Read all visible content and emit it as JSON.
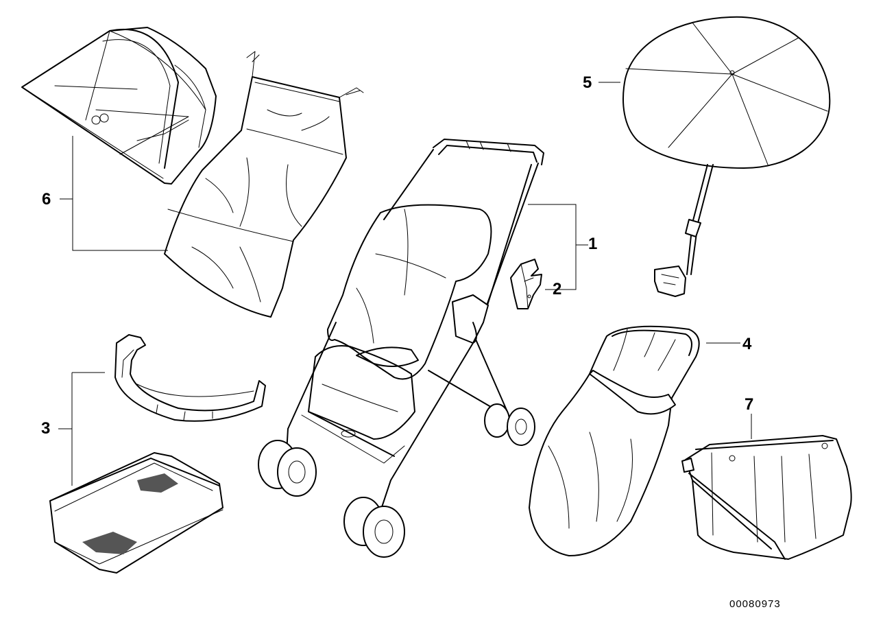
{
  "callouts": {
    "c1": "1",
    "c2": "2",
    "c3": "3",
    "c4": "4",
    "c5": "5",
    "c6": "6",
    "c7": "7"
  },
  "reference_number": "00080973",
  "parts": [
    {
      "id": "stroller",
      "icon": "stroller-drawing"
    },
    {
      "id": "clip",
      "icon": "clip-drawing"
    },
    {
      "id": "bumper-bar",
      "icon": "bumper-bar-drawing"
    },
    {
      "id": "tray",
      "icon": "tray-drawing"
    },
    {
      "id": "footmuff",
      "icon": "footmuff-drawing"
    },
    {
      "id": "parasol",
      "icon": "parasol-drawing"
    },
    {
      "id": "rain-cover-hood",
      "icon": "hood-drawing"
    },
    {
      "id": "rain-cover-sheet",
      "icon": "sheet-drawing"
    },
    {
      "id": "bag",
      "icon": "bag-drawing"
    }
  ]
}
